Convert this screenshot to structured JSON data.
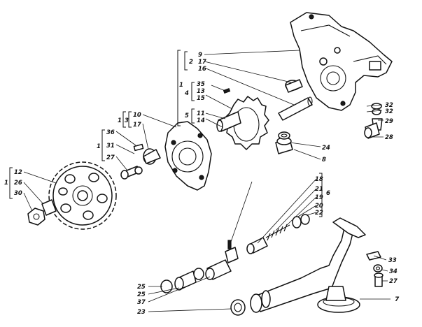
{
  "diagram": {
    "labels": {
      "l9": "9",
      "l2": "2",
      "l17a": "17",
      "l16": "16",
      "l1a": "1",
      "l35": "35",
      "l4": "4",
      "l13": "13",
      "l15": "15",
      "l5": "5",
      "l11": "11",
      "l14": "14",
      "l1b": "1",
      "l3": "3",
      "l10": "10",
      "l17b": "17",
      "l36": "36",
      "l1c": "1",
      "l31": "31",
      "l27a": "27",
      "l12": "12",
      "l1d": "1",
      "l26": "26",
      "l30": "30",
      "l32a": "32",
      "l32b": "32",
      "l29": "29",
      "l28": "28",
      "l24": "24",
      "l8": "8",
      "l18": "18",
      "l21": "21",
      "l6": "6",
      "l19": "19",
      "l20": "20",
      "l22": "22",
      "l33": "33",
      "l34": "34",
      "l27b": "27",
      "l25a": "25",
      "l25b": "25",
      "l37": "37",
      "l23": "23",
      "l7": "7"
    }
  }
}
